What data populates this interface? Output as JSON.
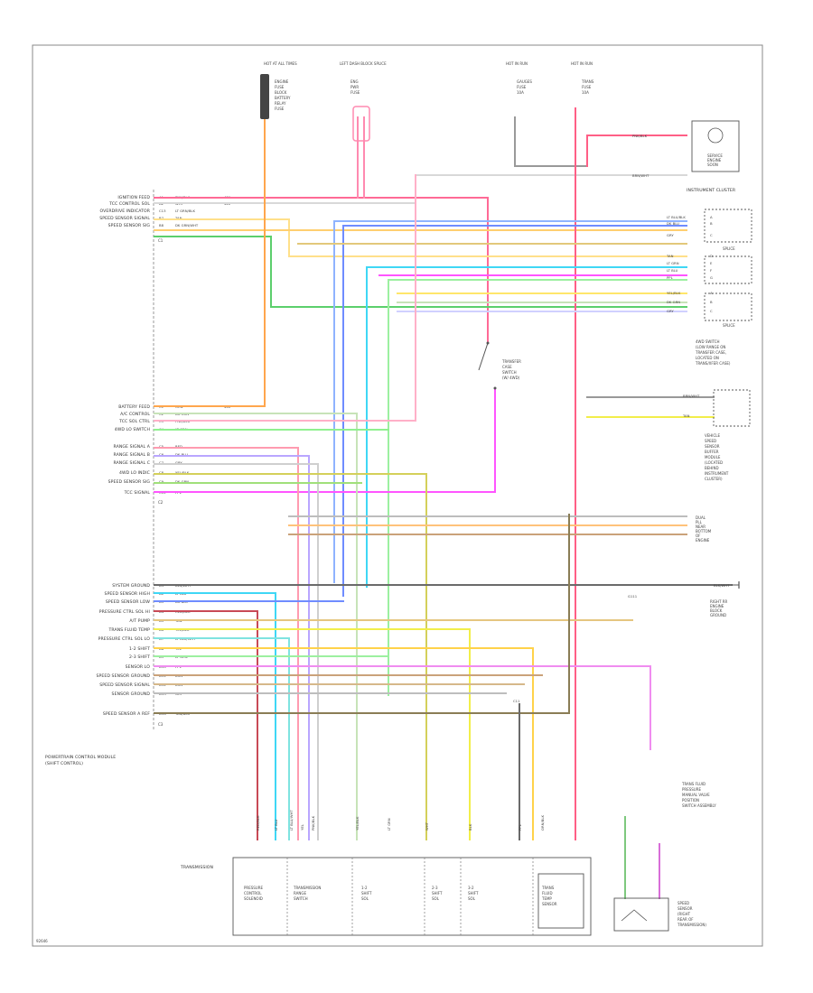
{
  "figure_id": "92646",
  "ecm": {
    "label": "POWERTRAIN CONTROL MODULE (SHIFT CONTROL)",
    "group_top": [
      {
        "name": "IGNITION FEED",
        "pin": "A1",
        "wire": "PNK/BLK",
        "num": "439",
        "color": "#ff6a96"
      },
      {
        "name": "TCC CONTROL SOL",
        "pin": "A2",
        "wire": "WHT",
        "num": "422",
        "color": "#d8d8d8"
      },
      {
        "name": "OVERDRIVE INDICATOR",
        "pin": "C13",
        "wire": "LT GRN/BLK",
        "num": "",
        "color": "#ffe08a"
      },
      {
        "name": "SPEED SENSOR SIGNAL",
        "pin": "B7",
        "wire": "TAN",
        "num": "",
        "color": "#ffcf70"
      },
      {
        "name": "SPEED SENSOR SIG",
        "pin": "B8",
        "wire": "DK GRN/WHT",
        "num": "",
        "color": "#5ccf6c"
      }
    ],
    "group_mid": [
      {
        "name": "BATTERY FEED",
        "pin": "C1",
        "wire": "ORN",
        "num": "440",
        "color": "#ffa64d"
      },
      {
        "name": "A/C CONTROL",
        "pin": "C2",
        "wire": "DK GRN",
        "num": "",
        "color": "#c7e3b8"
      },
      {
        "name": "TCC SOL CTRL",
        "pin": "C3",
        "wire": "PNK/BLK",
        "num": "",
        "color": "#ffb0c8"
      },
      {
        "name": "4WD LO SWITCH",
        "pin": "C4",
        "wire": "LT GRN",
        "num": "",
        "color": "#8ff08f"
      },
      {
        "name": "RANGE SIGNAL A",
        "pin": "C5",
        "wire": "RED",
        "num": "",
        "color": "#ff9bb0"
      },
      {
        "name": "RANGE SIGNAL B",
        "pin": "C6",
        "wire": "DK BLU",
        "num": "",
        "color": "#b9a6ff"
      },
      {
        "name": "RANGE SIGNAL C",
        "pin": "C7",
        "wire": "GRY",
        "num": "",
        "color": "#cfcfcf"
      },
      {
        "name": "4WD LO INDIC",
        "pin": "C8",
        "wire": "YEL/BLK",
        "num": "",
        "color": "#d4d05a"
      },
      {
        "name": "SPEED SENSOR SIG",
        "pin": "C9",
        "wire": "DK GRN",
        "num": "",
        "color": "#a0e07a"
      },
      {
        "name": "TCC SIGNAL",
        "pin": "C10",
        "wire": "PPL",
        "num": "",
        "color": "#ff55ff"
      }
    ],
    "group_bot": [
      {
        "name": "SYSTEM GROUND",
        "pin": "D1",
        "wire": "BLK/WHT",
        "num": "",
        "color": "#6a6a6a"
      },
      {
        "name": "SPEED SENSOR HIGH",
        "pin": "D2",
        "wire": "LT BLU",
        "num": "",
        "color": "#3fd7f5"
      },
      {
        "name": "SPEED SENSOR LOW",
        "pin": "D3",
        "wire": "DK BLU",
        "num": "",
        "color": "#6f8cff"
      },
      {
        "name": "PRESSURE CTRL SOL HI",
        "pin": "D4",
        "wire": "RED/BLK",
        "num": "",
        "color": "#c84a56"
      },
      {
        "name": "A/T PUMP",
        "pin": "D5",
        "wire": "TAN",
        "num": "",
        "color": "#e5c680"
      },
      {
        "name": "TRANS FLUID TEMP",
        "pin": "D6",
        "wire": "YEL/BLK",
        "num": "",
        "color": "#f2ee4a"
      },
      {
        "name": "PRESSURE CTRL SOL LO",
        "pin": "D7",
        "wire": "LT BLU/WHT",
        "num": "",
        "color": "#7fe3e0"
      },
      {
        "name": "1-2 SHIFT",
        "pin": "D8",
        "wire": "YEL",
        "num": "",
        "color": "#ffd24a"
      },
      {
        "name": "2-3 SHIFT",
        "pin": "D9",
        "wire": "LT GRN",
        "num": "",
        "color": "#9cf0a0"
      },
      {
        "name": "SENSOR LO",
        "pin": "D10",
        "wire": "PPL",
        "num": "",
        "color": "#f08cf0"
      },
      {
        "name": "SPEED SENSOR GROUND",
        "pin": "D11",
        "wire": "BRN",
        "num": "",
        "color": "#caa27a"
      },
      {
        "name": "SPEED SENSOR SIGNAL",
        "pin": "D12",
        "wire": "BRN",
        "num": "",
        "color": "#d6b88a"
      },
      {
        "name": "SENSOR GROUND",
        "pin": "D13",
        "wire": "GRY",
        "num": "",
        "color": "#bdbdbd"
      },
      {
        "name": "SPEED SENSOR A REF",
        "pin": "D14",
        "wire": "TAN/BLK",
        "num": "",
        "color": "#8a7d55"
      }
    ]
  },
  "top_blocks": [
    {
      "title": "HOT AT ALL TIMES",
      "lines": [
        "ENGINE",
        "FUSE",
        "BLOCK",
        "BATTERY",
        "RELAY",
        "FUSE"
      ]
    },
    {
      "title": "LEFT DASH BLOCK SPLICE",
      "lines": [
        "ENG",
        "PWR",
        "FUSE"
      ]
    },
    {
      "title": "HOT IN RUN",
      "lines": [
        "GAUGES",
        "FUSE",
        "10A"
      ]
    },
    {
      "title": "HOT IN RUN",
      "lines": [
        "TRANS",
        "FUSE",
        "10A"
      ]
    }
  ],
  "right_components": {
    "instrument_cluster": {
      "label": "INSTRUMENT CLUSTER",
      "inner": [
        "SERVICE",
        "ENGINE",
        "SOON"
      ],
      "wires": [
        "PNK/BLK",
        "BRN/WHT"
      ]
    },
    "splice_rows": [
      {
        "wire": "LT BLU/BLK",
        "pin": "A"
      },
      {
        "wire": "DK BLU",
        "pin": "B"
      },
      {
        "wire": "GRY",
        "pin": "C"
      },
      {
        "wire": "TAN",
        "pin": "D"
      },
      {
        "wire": "LT GRN",
        "pin": "E"
      },
      {
        "wire": "LT BLU",
        "pin": "F"
      },
      {
        "wire": "PPL",
        "pin": "G"
      },
      {
        "wire": "YEL/BLK",
        "pin": "A"
      },
      {
        "wire": "DK GRN",
        "pin": "B"
      },
      {
        "wire": "GRY",
        "pin": "C"
      }
    ],
    "connector_labels": [
      "SPLICE",
      "SPLICE"
    ],
    "tr_switch_label": [
      "4WD SWITCH",
      "(LOW RANGE ON",
      "TRANSFER CASE,",
      "LOCATED ON",
      "TRANS/XFER CASE)"
    ],
    "tcc_switch_label": [
      "TRANSFER",
      "CASE",
      "SWITCH",
      "(W/ 4WD)"
    ],
    "vss_block": {
      "label": [
        "VEHICLE",
        "SPEED",
        "SENSOR",
        "BUFFER",
        "MODULE",
        "(LOCATED",
        "BEHIND",
        "INSTRUMENT",
        "CLUSTER)"
      ],
      "wires": [
        "BRN/WHT",
        "TAN"
      ]
    },
    "ground_labels": [
      "RIGHT RR",
      "ENGINE",
      "BLOCK",
      "GROUND"
    ],
    "g_label": "G111",
    "vss_label": [
      "DUAL",
      "PLL",
      "NEAR",
      "BOTTOM",
      "OF",
      "ENGINE"
    ],
    "aux_labels": [
      "BLK/WHT",
      "G111",
      "C11"
    ]
  },
  "transmission": {
    "label": "TRANSMISSION",
    "sections": [
      {
        "caption": [
          "PRESSURE",
          "CONTROL",
          "SOLENOID"
        ]
      },
      {
        "caption": [
          "TRANSMISSION",
          "RANGE",
          "SWITCH"
        ]
      },
      {
        "caption": [
          "1-2",
          "SHIFT",
          "SOL"
        ]
      },
      {
        "caption": [
          "2-3",
          "SHIFT",
          "SOL"
        ]
      },
      {
        "caption": [
          "3-2",
          "SHIFT",
          "SOL"
        ]
      },
      {
        "caption": [
          "TRANS",
          "FLUID",
          "TEMP",
          "SENSOR"
        ]
      }
    ],
    "wire_tags": [
      "RED/BLK",
      "LT BLU",
      "LT BLU/WHT",
      "YEL",
      "PNK/BLK",
      "YEL/BLK",
      "LT GRN",
      "WHT",
      "BLK",
      "PPL",
      "ORN/BLK"
    ]
  },
  "speed_sensor_label": [
    "SPEED",
    "SENSOR",
    "(RIGHT",
    "REAR OF",
    "TRANSMISSION)"
  ],
  "pressure_sw_label": [
    "TRANS FLUID",
    "PRESSURE",
    "MANUAL VALVE",
    "POSITION",
    "SWITCH ASSEMBLY"
  ]
}
